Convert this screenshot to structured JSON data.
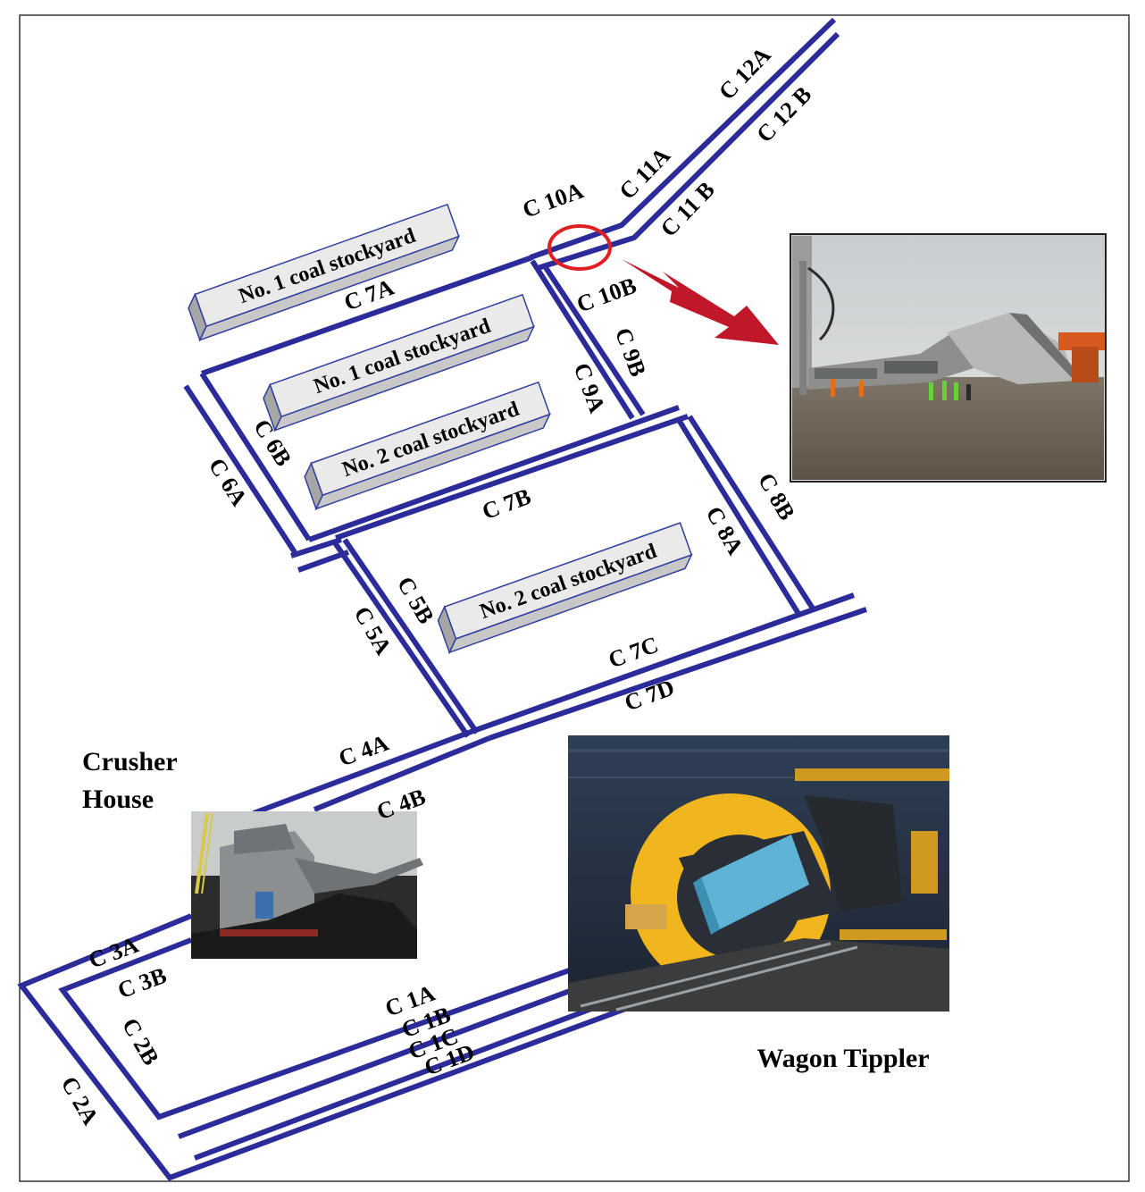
{
  "colors": {
    "conveyor": "#2b2b9a",
    "stockyard_top": "#eaeaea",
    "stockyard_front": "#c8c8c8",
    "stockyard_side": "#a6a6a6",
    "stockyard_edge": "#2f3f9e",
    "failure_marker": "#e02020",
    "arrow": "#c01828"
  },
  "stockyards": [
    {
      "id": "sy1",
      "label": "No. 1 coal stockyard"
    },
    {
      "id": "sy2",
      "label": "No. 1 coal stockyard"
    },
    {
      "id": "sy3",
      "label": "No. 2 coal stockyard"
    },
    {
      "id": "sy4",
      "label": "No. 2 coal stockyard"
    }
  ],
  "conveyors": {
    "c1a": "C 1A",
    "c1b": "C 1B",
    "c1c": "C 1C",
    "c1d": "C 1D",
    "c2a": "C 2A",
    "c2b": "C 2B",
    "c3a": "C 3A",
    "c3b": "C 3B",
    "c4a": "C 4A",
    "c4b": "C 4B",
    "c5a": "C 5A",
    "c5b": "C 5B",
    "c6a": "C 6A",
    "c6b": "C 6B",
    "c7a": "C 7A",
    "c7b": "C 7B",
    "c7c": "C 7C",
    "c7d": "C 7D",
    "c8a": "C 8A",
    "c8b": "C 8B",
    "c9a": "C 9A",
    "c9b": "C 9B",
    "c10a": "C 10A",
    "c10b": "C 10B",
    "c11a": "C 11A",
    "c11b": "C 11 B",
    "c12a": "C 12A",
    "c12b": "C 12 B"
  },
  "facilities": {
    "crusher_line1": "Crusher",
    "crusher_line2": "House",
    "wagon_tippler": "Wagon Tippler"
  }
}
